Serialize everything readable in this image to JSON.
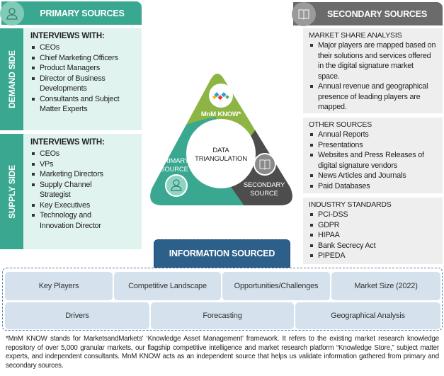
{
  "primary": {
    "title": "PRIMARY SOURCES",
    "icon": "person-icon",
    "demand": {
      "side_label": "DEMAND SIDE",
      "heading": "INTERVIEWS WITH:",
      "items": [
        "CEOs",
        "Chief Marketing Officers",
        "Product Managers",
        "Director of Business Developments",
        "Consultants and Subject Matter Experts"
      ]
    },
    "supply": {
      "side_label": "SUPPLY SIDE",
      "heading": "INTERVIEWS WITH:",
      "items": [
        "CEOs",
        "VPs",
        "Marketing Directors",
        "Supply Channel Strategist",
        "Key Executives",
        "Technology and Innovation Director"
      ]
    }
  },
  "secondary": {
    "title": "SECONDARY SOURCES",
    "icon": "book-icon",
    "market_share": {
      "heading": "MARKET SHARE ANALYSIS",
      "items": [
        "Major players are mapped based on their solutions and services offered in the digital signature market space.",
        "Annual revenue and geographical presence of leading players are mapped."
      ]
    },
    "other": {
      "heading": "OTHER SOURCES",
      "items": [
        "Annual Reports",
        "Presentations",
        "Websites and Press Releases of digital signature vendors",
        "News Articles and Journals",
        "Paid Databases"
      ]
    },
    "standards": {
      "heading": "INDUSTRY STANDARDS",
      "items": [
        "PCI-DSS",
        "GDPR",
        "HIPAA",
        "Bank Secrecy Act",
        "PIPEDA"
      ]
    }
  },
  "triangle": {
    "center": "DATA TRIANGULATION",
    "top": "MnM KNOW*",
    "left": "PRIMARY SOURCE",
    "right": "SECONDARY SOURCE",
    "colors": {
      "green": "#8db543",
      "teal": "#3aa891",
      "grey": "#4d4d4d"
    }
  },
  "info": {
    "title": "INFORMATION SOURCED",
    "row1": [
      "Key Players",
      "Competitive Landscape",
      "Opportunities/Challenges",
      "Market Size (2022)"
    ],
    "row2": [
      "Drivers",
      "Forecasting",
      "Geographical Analysis"
    ]
  },
  "footnote": "*MnM KNOW stands for MarketsandMarkets' ‘Knowledge Asset Management’ framework. It refers to the existing market research knowledge repository of over 5,000 granular markets, our flagship competitive intelligence and market research platform “Knowledge Store,” subject matter experts, and independent consultants. MnM KNOW acts as an independent source that helps us validate information gathered from primary and secondary sources."
}
